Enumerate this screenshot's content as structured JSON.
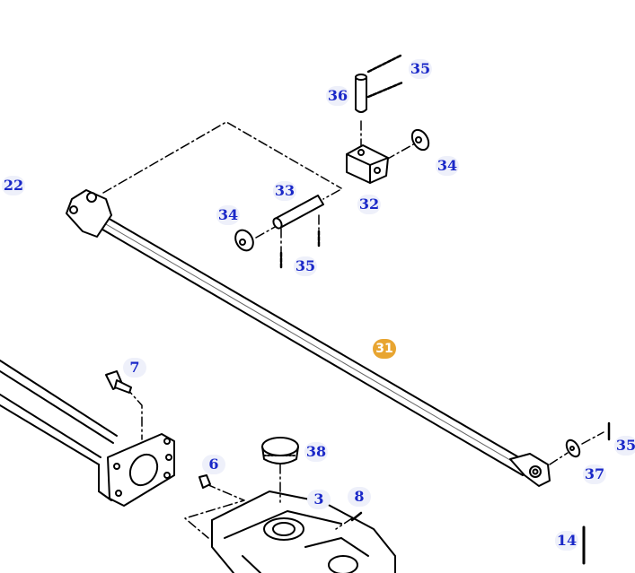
{
  "diagram": {
    "highlight_color": "#e8a531",
    "label_color": "#1a28c8",
    "callouts": [
      {
        "id": "c22",
        "text": "22"
      },
      {
        "id": "c35a",
        "text": "35"
      },
      {
        "id": "c36",
        "text": "36"
      },
      {
        "id": "c34a",
        "text": "34"
      },
      {
        "id": "c32",
        "text": "32"
      },
      {
        "id": "c33",
        "text": "33"
      },
      {
        "id": "c34b",
        "text": "34"
      },
      {
        "id": "c35b",
        "text": "35"
      },
      {
        "id": "c31",
        "text": "31"
      },
      {
        "id": "c7",
        "text": "7"
      },
      {
        "id": "c35c",
        "text": "35"
      },
      {
        "id": "c37",
        "text": "37"
      },
      {
        "id": "c38",
        "text": "38"
      },
      {
        "id": "c6",
        "text": "6"
      },
      {
        "id": "c3",
        "text": "3"
      },
      {
        "id": "c8",
        "text": "8"
      },
      {
        "id": "c14",
        "text": "14"
      }
    ]
  }
}
